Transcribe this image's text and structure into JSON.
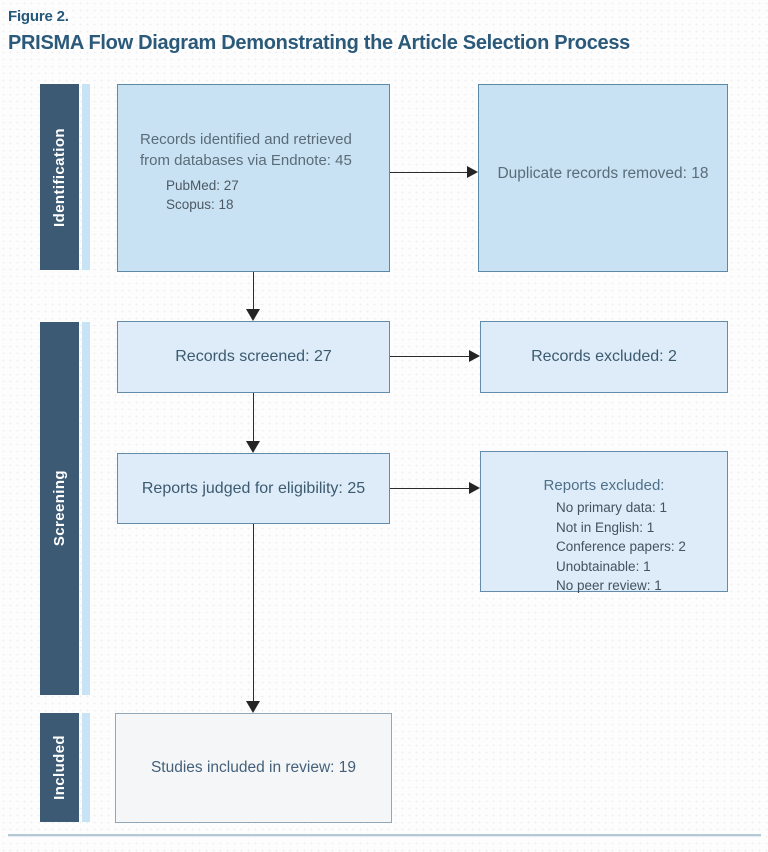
{
  "figure": {
    "label": "Figure 2.",
    "title": "PRISMA Flow Diagram Demonstrating the Article Selection Process"
  },
  "stages": [
    {
      "label": "Identification"
    },
    {
      "label": "Screening"
    },
    {
      "label": "Included"
    }
  ],
  "boxes": {
    "identified": {
      "line1": "Records identified and retrieved",
      "line2": "from databases via Endnote: 45",
      "sub": [
        "PubMed: 27",
        "Scopus: 18"
      ]
    },
    "duplicates": {
      "text": "Duplicate records removed: 18"
    },
    "screened": {
      "text": "Records screened: 27"
    },
    "records_excluded": {
      "text": "Records excluded: 2"
    },
    "eligibility": {
      "text": "Reports judged for eligibility: 25"
    },
    "reports_excluded": {
      "heading": "Reports excluded:",
      "items": [
        "No primary data: 1",
        "Not in English: 1",
        "Conference papers: 2",
        "Unobtainable: 1",
        "No peer review: 1"
      ]
    },
    "included": {
      "text": "Studies included in review: 19"
    }
  },
  "colors": {
    "title": "#2a597a",
    "stage_bar": "#3c5a73",
    "stage_strip": "#c8e2f6",
    "box_blue_fill": "#c9e2f3",
    "box_light_fill": "#ddecf8",
    "box_white_fill": "#f5f6f7",
    "box_border": "#5d88a6",
    "arrow": "#242424"
  }
}
